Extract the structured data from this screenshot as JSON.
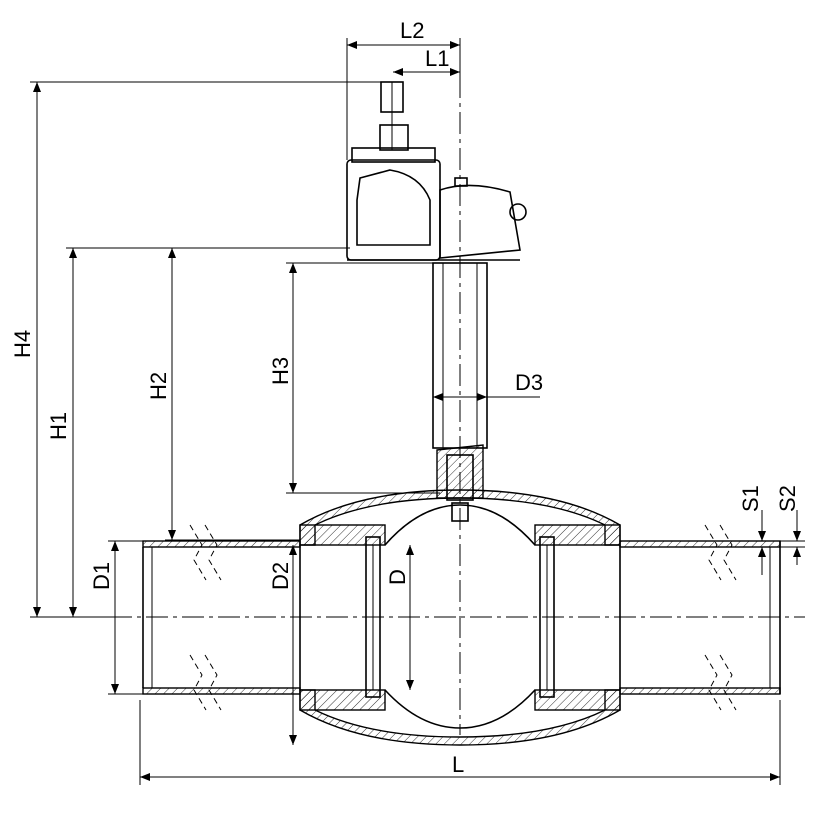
{
  "drawing": {
    "title": "Welded ball valve with gearbox - dimensional drawing",
    "dimensions": {
      "L2": "L2",
      "L1": "L1",
      "H4": "H4",
      "H1": "H1",
      "H2": "H2",
      "H3": "H3",
      "D3": "D3",
      "S1": "S1",
      "S2": "S2",
      "D1": "D1",
      "D2": "D2",
      "D": "D",
      "L": "L"
    }
  }
}
